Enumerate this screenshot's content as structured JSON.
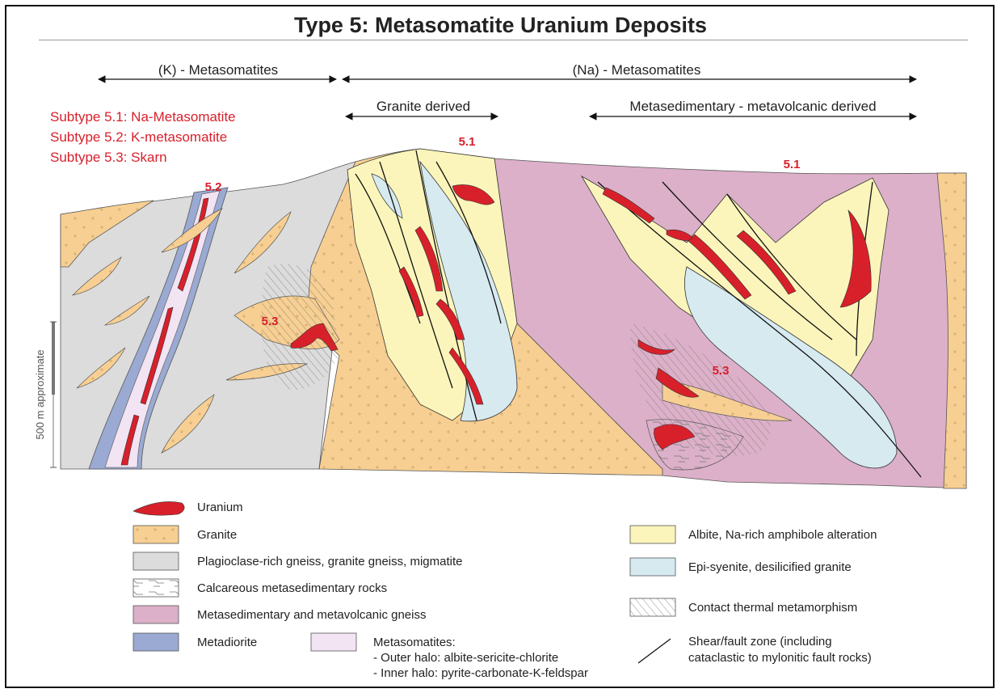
{
  "title": "Type 5: Metasomatite Uranium Deposits",
  "arrows": {
    "k_metasomatites": "(K) - Metasomatites",
    "na_metasomatites": "(Na) - Metasomatites",
    "granite_derived": "Granite derived",
    "metasedimentary_derived": "Metasedimentary - metavolcanic derived"
  },
  "subtypes": [
    "Subtype 5.1: Na-Metasomatite",
    "Subtype 5.2: K-metasomatite",
    "Subtype 5.3: Skarn"
  ],
  "deposit_labels": {
    "l52": "5.2",
    "l51a": "5.1",
    "l51b": "5.1",
    "l53a": "5.3",
    "l53b": "5.3"
  },
  "scale_bar": "500 m approximate",
  "legend": {
    "uranium": "Uranium",
    "granite": "Granite",
    "gneiss": "Plagioclase-rich gneiss, granite gneiss, migmatite",
    "calcareous": "Calcareous metasedimentary rocks",
    "metased_gneiss": "Metasedimentary and metavolcanic gneiss",
    "metadiorite": "Metadiorite",
    "metasomatites": "Metasomatites:",
    "outer_halo": "- Outer halo: albite-sericite-chlorite",
    "inner_halo": "- Inner halo: pyrite-carbonate-K-feldspar",
    "albite": "Albite, Na-rich amphibole alteration",
    "episyenite": "Epi-syenite, desilicified granite",
    "contact": "Contact thermal metamorphism",
    "shear_1": "Shear/fault zone (including",
    "shear_2": "cataclastic to mylonitic fault rocks)"
  },
  "colors": {
    "uranium": "#d8202b",
    "granite": "#f7cf92",
    "gneiss": "#dcdcdc",
    "metased_gneiss": "#dcb0c8",
    "metadiorite": "#9aaad2",
    "metasomatites": "#f2e4f2",
    "albite": "#fbf5bb",
    "episyenite": "#d6eaf0"
  }
}
